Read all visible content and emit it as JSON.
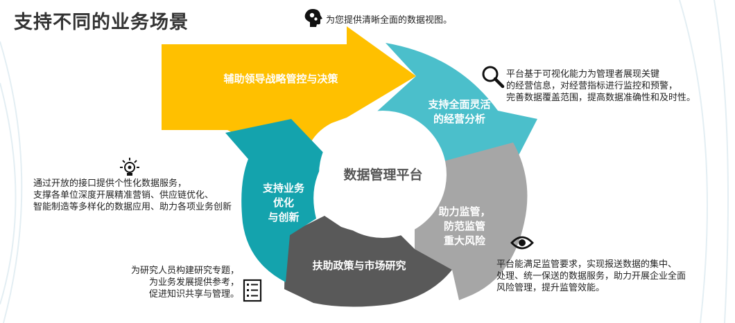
{
  "title": "支持不同的业务场景",
  "center": "数据管理平台",
  "segments": {
    "strategy": {
      "label": "辅助领导战略管控与决策",
      "color": "#FFC000"
    },
    "analysis": {
      "label": "支持全面灵活\n的经营分析",
      "color": "#4BBFCB"
    },
    "regulation": {
      "label": "助力监管，\n防范监管\n重大风险",
      "color": "#A6A6A6"
    },
    "policy": {
      "label": "扶助政策与市场研究",
      "color": "#595959"
    },
    "innovation": {
      "label": "支持业务\n优化\n与创新",
      "color": "#14A3AD"
    }
  },
  "notes": {
    "top": "为您提供清晰全面的数据视图。",
    "analysis": "平台基于可视化能力为管理者展现关键\n的经营信息，对经营指标进行监控和预警，\n完善数据覆盖范围，提高数据准确性和及时性。",
    "regulation": "平台能满足监管要求，实现报送数据的集中、\n处理、统一保送的数据服务，助力开展企业全面\n风险管理，提升监管效能。",
    "policy": "为研究人员构建研究专题，\n为业务发展提供参考，\n促进知识共享与管理。",
    "innovation": "通过开放的接口提供个性化数据服务，\n支撑各单位深度开展精准营销、供应链优化、\n智能制造等多样化的数据应用、助力各项业务创新"
  },
  "icons": {
    "top": "head-gears-icon",
    "analysis": "magnifier-icon",
    "regulation": "eye-icon",
    "policy": "checklist-icon",
    "innovation": "lightbulb-icon"
  }
}
